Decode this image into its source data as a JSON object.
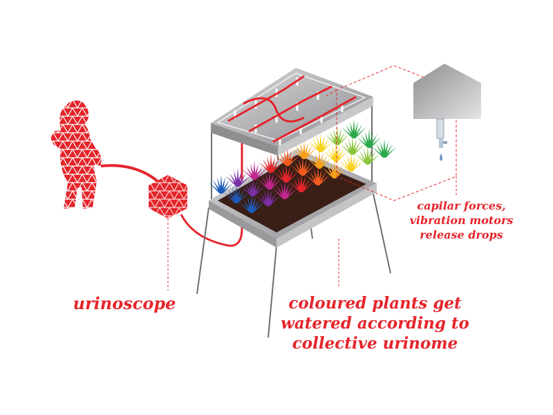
{
  "labels": {
    "urinoscope": "urinoscope",
    "plants": "coloured plants get watered according to collective urinome",
    "drops": "capilar forces, vibration motors release drops"
  },
  "colors": {
    "accent": "#e4252b",
    "tray": "#a8a8ab",
    "soil": "#3a1f17"
  },
  "plant_colors": [
    "#1e5bb8",
    "#7a2fa6",
    "#c0278f",
    "#e4252b",
    "#f25a1e",
    "#f7a11a",
    "#f5d21b",
    "#8cc63f",
    "#2aa84a"
  ]
}
